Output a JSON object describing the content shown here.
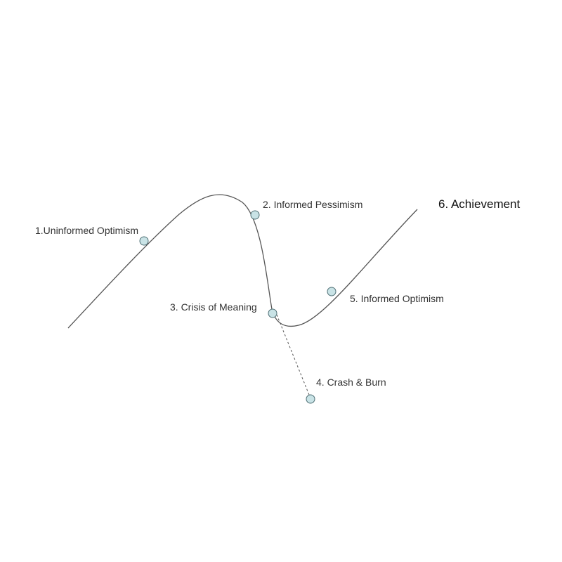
{
  "colors": {
    "curve": "#555555",
    "node_fill": "#c9e3e6",
    "node_stroke": "#4f6f75",
    "text": "#333333",
    "text_emphasis": "#111111"
  },
  "stages": [
    {
      "label": "1.Uninformed Optimism"
    },
    {
      "label": "2. Informed Pessimism"
    },
    {
      "label": "3. Crisis of Meaning"
    },
    {
      "label": "4. Crash & Burn"
    },
    {
      "label": "5. Informed Optimism"
    },
    {
      "label": "6. Achievement"
    }
  ]
}
